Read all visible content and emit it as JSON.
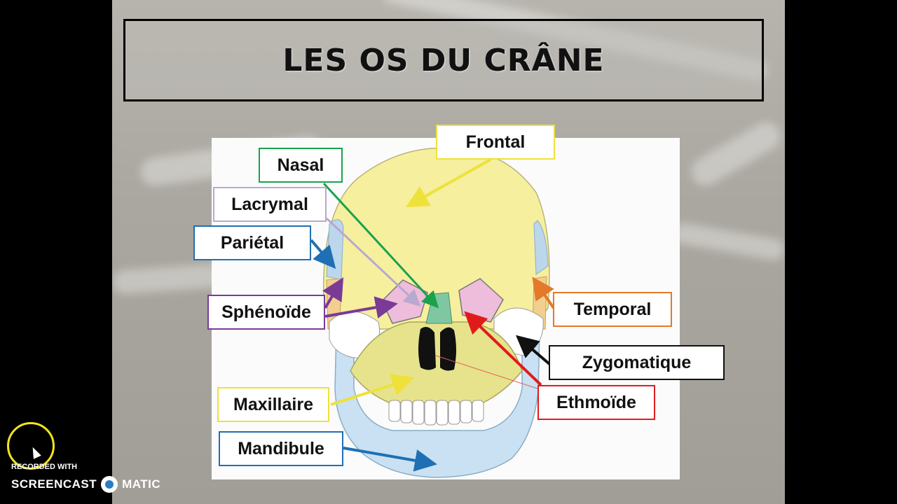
{
  "title": "LES OS DU CRÂNE",
  "labels": {
    "frontal": "Frontal",
    "nasal": "Nasal",
    "lacrymal": "Lacrymal",
    "parietal": "Pariétal",
    "sphenoide": "Sphénoïde",
    "temporal": "Temporal",
    "zygomatique": "Zygomatique",
    "ethmoide": "Ethmoïde",
    "maxillaire": "Maxillaire",
    "mandibule": "Mandibule"
  },
  "colors": {
    "frontal": "#eee13a",
    "nasal": "#1aa24d",
    "lacrymal": "#b9a8cf",
    "parietal": "#1f6fb5",
    "sphenoide": "#7a3a96",
    "temporal": "#e4792a",
    "zygomatique": "#111111",
    "ethmoide": "#e11b1b",
    "maxillaire": "#eee13a",
    "mandibule": "#1f6fb5"
  },
  "watermark": {
    "line1": "RECORDED WITH",
    "brand_left": "SCREENCAST",
    "brand_right": "MATIC"
  }
}
